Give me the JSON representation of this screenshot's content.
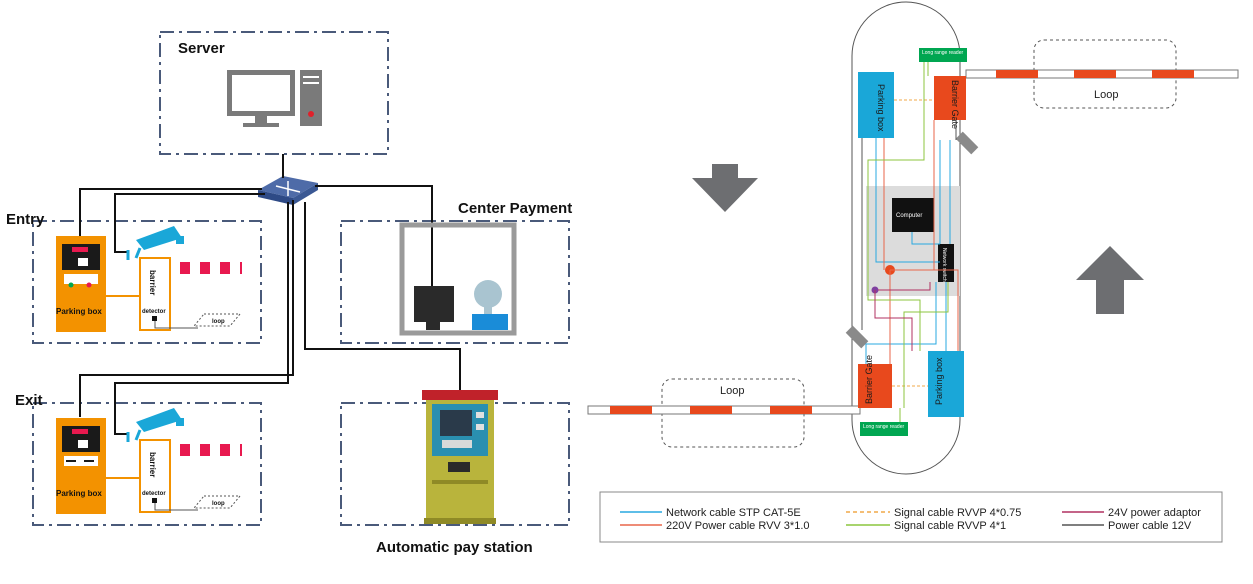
{
  "left": {
    "server_label": "Server",
    "entry_label": "Entry",
    "exit_label": "Exit",
    "center_payment_label": "Center Payment",
    "pay_station_label": "Automatic pay station",
    "parking_box_label": "Parking box",
    "barrier_label": "barrier",
    "detector_label": "detector",
    "loop_label": "loop"
  },
  "right": {
    "loop_label": "Loop",
    "parking_box_label": "Parking box",
    "barrier_gate_label": "Barrier Gate",
    "long_range_reader_label": "Long range reader",
    "computer_label": "Computer",
    "network_switch_label": "Network switch"
  },
  "legend": {
    "items": [
      {
        "label": "Network cable STP CAT-5E",
        "color": "#29a8e0",
        "style": "solid"
      },
      {
        "label": "220V Power  cable RVV 3*1.0",
        "color": "#e8664a",
        "style": "solid"
      },
      {
        "label": "Signal cable RVVP 4*0.75",
        "color": "#f0a848",
        "style": "dashed"
      },
      {
        "label": "Signal cable RVVP 4*1",
        "color": "#8cc63f",
        "style": "solid"
      },
      {
        "label": "24V power adaptor",
        "color": "#b03060",
        "style": "solid"
      },
      {
        "label": "Power cable 12V",
        "color": "#555555",
        "style": "solid"
      }
    ]
  },
  "colors": {
    "dash_border": "#4a5a7a",
    "orange": "#f39200",
    "cyan": "#1aa7d8",
    "green": "#00a651",
    "barrier_red": "#e8194f",
    "arrow_gray": "#6d6e71",
    "boom_orange": "#e8491d"
  }
}
